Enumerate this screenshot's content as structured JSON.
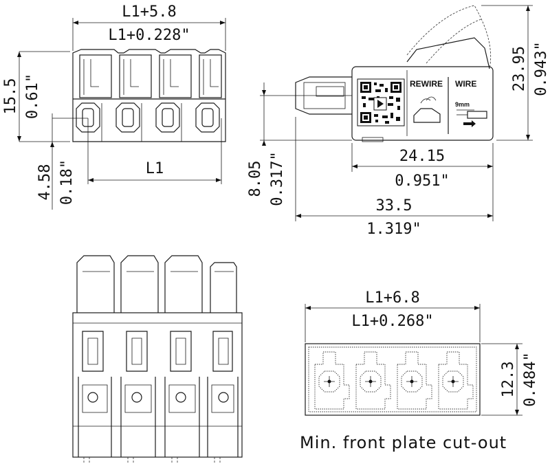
{
  "dims": {
    "top_width_mm": "L1+5.8",
    "top_width_in": "L1+0.228\"",
    "height_mm": "15.5",
    "height_in": "0.61\"",
    "pin_offset_mm": "4.58",
    "pin_offset_in": "0.18\"",
    "pitch_label": "L1",
    "side_height_mm": "23.95",
    "side_height_in": "0.943\"",
    "side_width_mm": "24.15",
    "side_width_in": "0.951\"",
    "side_offset_mm": "8.05",
    "side_offset_in": "0.317\"",
    "side_total_mm": "33.5",
    "side_total_in": "1.319\"",
    "cutout_width_mm": "L1+6.8",
    "cutout_width_in": "L1+0.268\"",
    "cutout_height_mm": "12.3",
    "cutout_height_in": "0.484\""
  },
  "label": {
    "rewire": "REWIRE",
    "wire": "WIRE",
    "strip": "9mm"
  },
  "caption": "Min. front plate cut-out"
}
